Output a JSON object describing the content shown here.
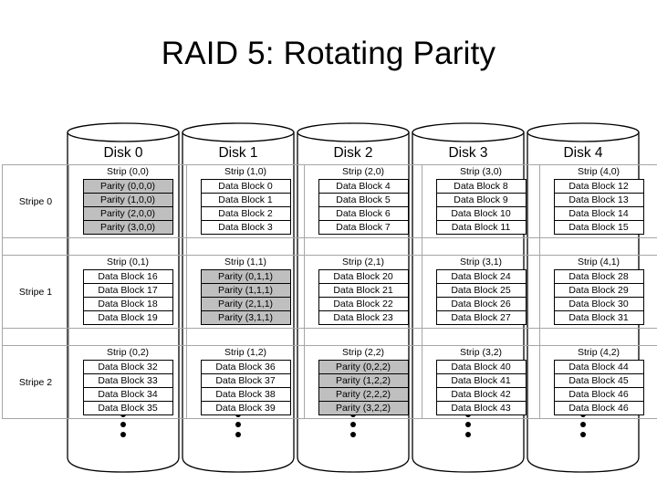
{
  "slide": {
    "title": "RAID 5: Rotating Parity"
  },
  "colors": {
    "parity_fill": "#BFBFBF",
    "data_fill": "#FFFFFF",
    "border": "#000000",
    "table_border": "#A6A6A6",
    "text": "#000000",
    "background": "#FFFFFF"
  },
  "disks": [
    {
      "label": "Disk 0"
    },
    {
      "label": "Disk 1"
    },
    {
      "label": "Disk 2"
    },
    {
      "label": "Disk 3"
    },
    {
      "label": "Disk 4"
    }
  ],
  "continuation_indicator": "vertical-ellipsis",
  "stripes": [
    {
      "label": "Stripe 0",
      "strips": [
        {
          "title": "Strip (0,0)",
          "kind": "parity",
          "blocks": [
            {
              "text": "Parity (0,0,0)",
              "type": "parity"
            },
            {
              "text": "Parity (1,0,0)",
              "type": "parity"
            },
            {
              "text": "Parity (2,0,0)",
              "type": "parity"
            },
            {
              "text": "Parity (3,0,0)",
              "type": "parity"
            }
          ]
        },
        {
          "title": "Strip (1,0)",
          "kind": "data",
          "blocks": [
            {
              "text": "Data Block 0",
              "type": "data"
            },
            {
              "text": "Data Block 1",
              "type": "data"
            },
            {
              "text": "Data Block 2",
              "type": "data"
            },
            {
              "text": "Data Block 3",
              "type": "data"
            }
          ]
        },
        {
          "title": "Strip (2,0)",
          "kind": "data",
          "blocks": [
            {
              "text": "Data Block 4",
              "type": "data"
            },
            {
              "text": "Data Block 5",
              "type": "data"
            },
            {
              "text": "Data Block 6",
              "type": "data"
            },
            {
              "text": "Data Block 7",
              "type": "data"
            }
          ]
        },
        {
          "title": "Strip (3,0)",
          "kind": "data",
          "blocks": [
            {
              "text": "Data Block 8",
              "type": "data"
            },
            {
              "text": "Data Block 9",
              "type": "data"
            },
            {
              "text": "Data Block 10",
              "type": "data"
            },
            {
              "text": "Data Block 11",
              "type": "data"
            }
          ]
        },
        {
          "title": "Strip (4,0)",
          "kind": "data",
          "blocks": [
            {
              "text": "Data Block 12",
              "type": "data"
            },
            {
              "text": "Data Block 13",
              "type": "data"
            },
            {
              "text": "Data Block 14",
              "type": "data"
            },
            {
              "text": "Data Block 15",
              "type": "data"
            }
          ]
        }
      ]
    },
    {
      "label": "Stripe 1",
      "strips": [
        {
          "title": "Strip (0,1)",
          "kind": "data",
          "blocks": [
            {
              "text": "Data Block 16",
              "type": "data"
            },
            {
              "text": "Data Block 17",
              "type": "data"
            },
            {
              "text": "Data Block 18",
              "type": "data"
            },
            {
              "text": "Data Block 19",
              "type": "data"
            }
          ]
        },
        {
          "title": "Strip (1,1)",
          "kind": "parity",
          "blocks": [
            {
              "text": "Parity (0,1,1)",
              "type": "parity"
            },
            {
              "text": "Parity (1,1,1)",
              "type": "parity"
            },
            {
              "text": "Parity (2,1,1)",
              "type": "parity"
            },
            {
              "text": "Parity (3,1,1)",
              "type": "parity"
            }
          ]
        },
        {
          "title": "Strip (2,1)",
          "kind": "data",
          "blocks": [
            {
              "text": "Data Block 20",
              "type": "data"
            },
            {
              "text": "Data Block 21",
              "type": "data"
            },
            {
              "text": "Data Block 22",
              "type": "data"
            },
            {
              "text": "Data Block 23",
              "type": "data"
            }
          ]
        },
        {
          "title": "Strip (3,1)",
          "kind": "data",
          "blocks": [
            {
              "text": "Data Block 24",
              "type": "data"
            },
            {
              "text": "Data Block 25",
              "type": "data"
            },
            {
              "text": "Data Block 26",
              "type": "data"
            },
            {
              "text": "Data Block 27",
              "type": "data"
            }
          ]
        },
        {
          "title": "Strip (4,1)",
          "kind": "data",
          "blocks": [
            {
              "text": "Data Block 28",
              "type": "data"
            },
            {
              "text": "Data Block 29",
              "type": "data"
            },
            {
              "text": "Data Block 30",
              "type": "data"
            },
            {
              "text": "Data Block 31",
              "type": "data"
            }
          ]
        }
      ]
    },
    {
      "label": "Stripe 2",
      "strips": [
        {
          "title": "Strip (0,2)",
          "kind": "data",
          "blocks": [
            {
              "text": "Data Block 32",
              "type": "data"
            },
            {
              "text": "Data Block 33",
              "type": "data"
            },
            {
              "text": "Data Block 34",
              "type": "data"
            },
            {
              "text": "Data Block 35",
              "type": "data"
            }
          ]
        },
        {
          "title": "Strip (1,2)",
          "kind": "data",
          "blocks": [
            {
              "text": "Data Block 36",
              "type": "data"
            },
            {
              "text": "Data Block 37",
              "type": "data"
            },
            {
              "text": "Data Block 38",
              "type": "data"
            },
            {
              "text": "Data Block 39",
              "type": "data"
            }
          ]
        },
        {
          "title": "Strip (2,2)",
          "kind": "parity",
          "blocks": [
            {
              "text": "Parity (0,2,2)",
              "type": "parity"
            },
            {
              "text": "Parity (1,2,2)",
              "type": "parity"
            },
            {
              "text": "Parity (2,2,2)",
              "type": "parity"
            },
            {
              "text": "Parity (3,2,2)",
              "type": "parity"
            }
          ]
        },
        {
          "title": "Strip (3,2)",
          "kind": "data",
          "blocks": [
            {
              "text": "Data Block 40",
              "type": "data"
            },
            {
              "text": "Data Block 41",
              "type": "data"
            },
            {
              "text": "Data Block 42",
              "type": "data"
            },
            {
              "text": "Data Block 43",
              "type": "data"
            }
          ]
        },
        {
          "title": "Strip (4,2)",
          "kind": "data",
          "blocks": [
            {
              "text": "Data Block 44",
              "type": "data"
            },
            {
              "text": "Data Block 45",
              "type": "data"
            },
            {
              "text": "Data Block 46",
              "type": "data"
            },
            {
              "text": "Data Block 46",
              "type": "data"
            }
          ]
        }
      ]
    }
  ]
}
